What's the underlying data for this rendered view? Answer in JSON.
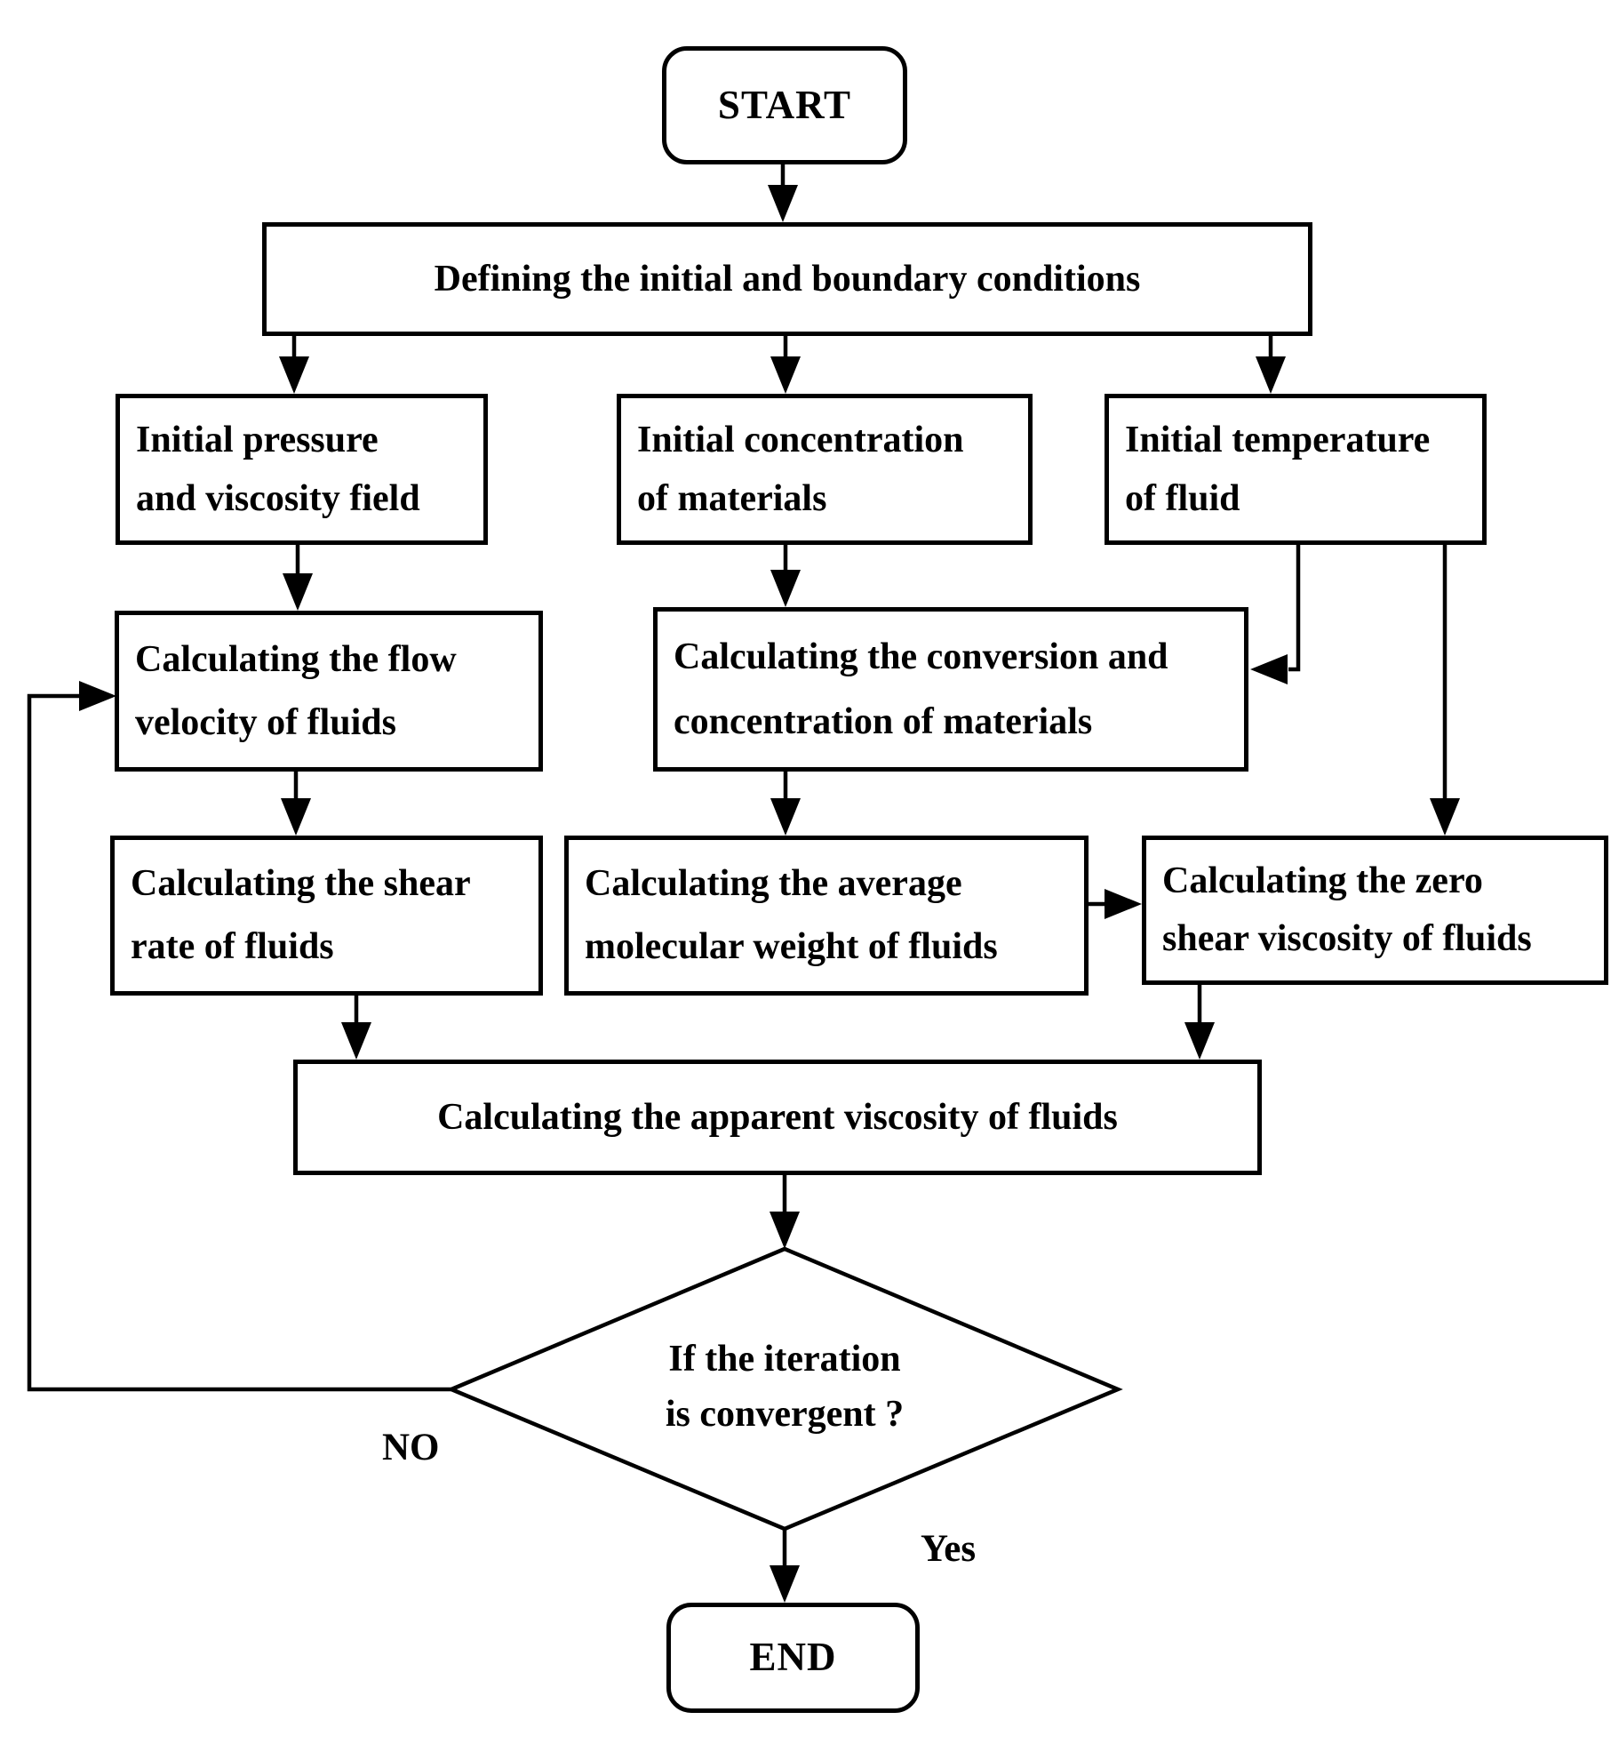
{
  "nodes": {
    "start": {
      "label": "START"
    },
    "defining": {
      "label": "Defining the initial and boundary conditions"
    },
    "initial_pressure": {
      "lines": [
        "Initial pressure",
        "and viscosity field"
      ]
    },
    "initial_concentration": {
      "lines": [
        "Initial concentration",
        "of materials"
      ]
    },
    "initial_temperature": {
      "lines": [
        "Initial temperature",
        "of fluid"
      ]
    },
    "flow_velocity": {
      "lines": [
        "Calculating the flow",
        "velocity of fluids"
      ]
    },
    "conversion": {
      "lines": [
        "Calculating the conversion and",
        "concentration of materials"
      ]
    },
    "shear_rate": {
      "lines": [
        "Calculating the shear",
        "rate of fluids"
      ]
    },
    "avg_mol_weight": {
      "lines": [
        "Calculating the average",
        "molecular weight of fluids"
      ]
    },
    "zero_shear": {
      "lines": [
        "Calculating the zero",
        "shear viscosity of fluids"
      ]
    },
    "apparent": {
      "label": "Calculating the apparent viscosity of fluids"
    },
    "decision": {
      "lines": [
        "If the iteration",
        "is convergent ?"
      ]
    },
    "end": {
      "label": "END"
    }
  },
  "edge_labels": {
    "no": "NO",
    "yes": "Yes"
  },
  "colors": {
    "stroke": "#000000",
    "background": "#ffffff",
    "text": "#000000"
  }
}
